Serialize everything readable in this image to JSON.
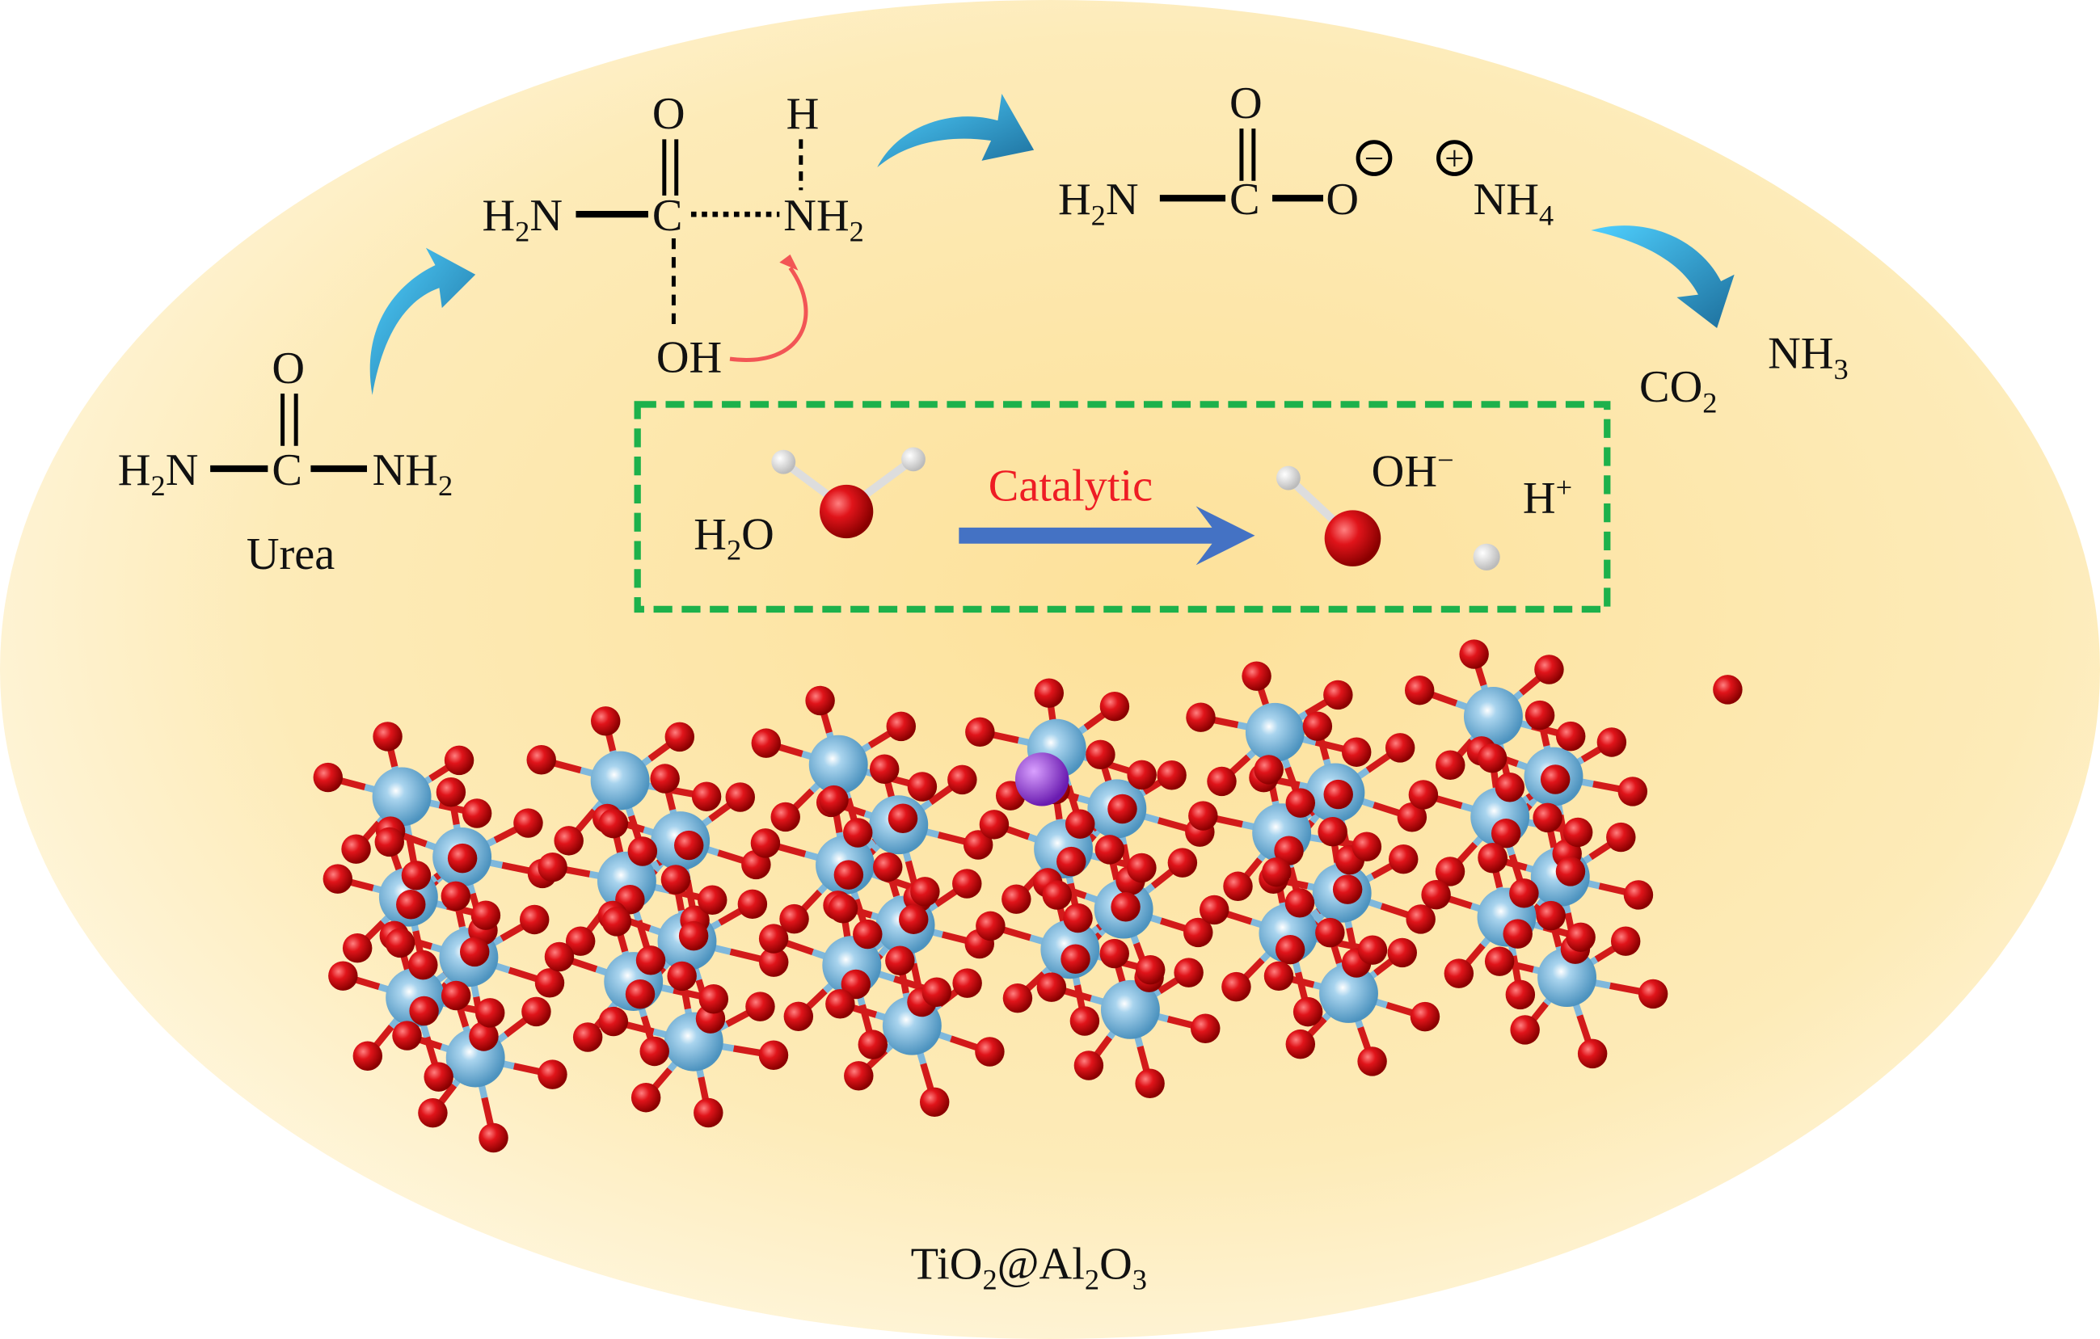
{
  "urea": {
    "o": "O",
    "h": "H",
    "h_sub": "2",
    "n": "N",
    "c": "C",
    "nh": "NH",
    "nh_sub": "2",
    "name": "Urea"
  },
  "intermediate": {
    "o": "O",
    "h_top": "H",
    "h": "H",
    "h_sub": "2",
    "n": "N",
    "c": "C",
    "nh": "NH",
    "nh_sub": "2",
    "oh": "OH"
  },
  "carbamate": {
    "o_top": "O",
    "h": "H",
    "h_sub": "2",
    "n": "N",
    "c": "C",
    "o": "O",
    "minus": "−",
    "plus": "+",
    "nh": "NH",
    "nh_sub": "4"
  },
  "products": {
    "co": "CO",
    "co_sub": "2",
    "nh": "NH",
    "nh_sub": "3"
  },
  "water_box": {
    "h": "H",
    "h_sub": "2",
    "o": "O",
    "label": "Catalytic",
    "oh": "OH",
    "oh_sup": "−",
    "hp": "H",
    "hp_sup": "+"
  },
  "catalyst": {
    "ti": "TiO",
    "ti_sub": "2",
    "at": "@Al",
    "al_sub": "2",
    "o": "O",
    "o_sub": "3"
  },
  "colors": {
    "ti": "#6fb3d9",
    "o": "#e0141a",
    "dopant": "#8a2be2",
    "arrow": "#22b2ee",
    "box": "#1db14b",
    "label": "#ee1c24"
  }
}
